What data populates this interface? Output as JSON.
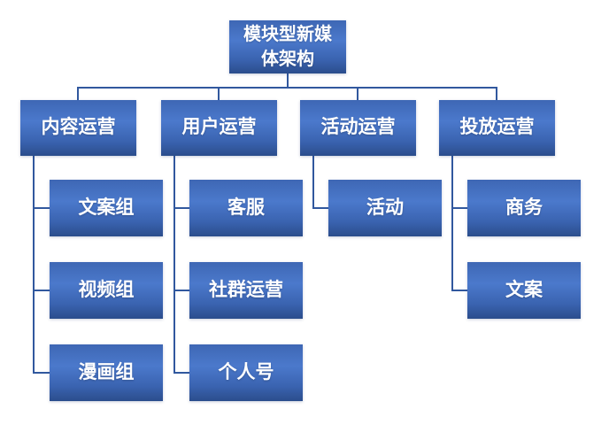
{
  "diagram": {
    "type": "org-chart",
    "root": {
      "label": "模块型新媒体架构",
      "label_display": "模块型新媒\n体架构"
    },
    "branches": [
      {
        "label": "内容运营",
        "children": [
          {
            "label": "文案组"
          },
          {
            "label": "视频组"
          },
          {
            "label": "漫画组"
          }
        ]
      },
      {
        "label": "用户运营",
        "children": [
          {
            "label": "客服"
          },
          {
            "label": "社群运营"
          },
          {
            "label": "个人号"
          }
        ]
      },
      {
        "label": "活动运营",
        "children": [
          {
            "label": "活动"
          }
        ]
      },
      {
        "label": "投放运营",
        "children": [
          {
            "label": "商务"
          },
          {
            "label": "文案"
          }
        ]
      }
    ],
    "colors": {
      "node_fill_top": "#4b79cc",
      "node_fill_bottom": "#2b4d8c",
      "connector": "#31589e",
      "text": "#ffffff",
      "background": "#ffffff"
    }
  }
}
